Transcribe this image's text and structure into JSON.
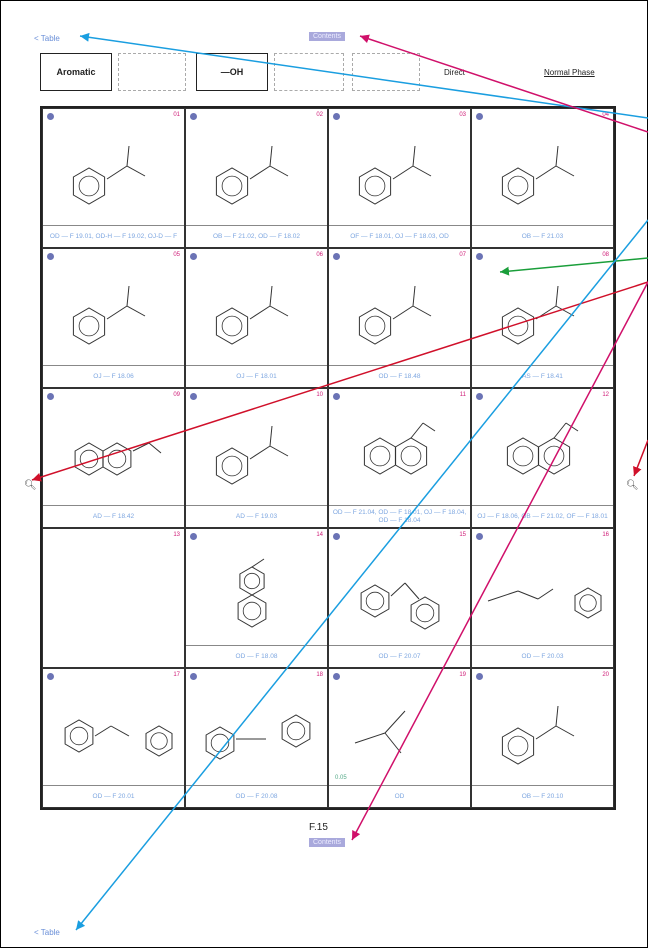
{
  "nav": {
    "top_link": "< Table",
    "bottom_link": "< Table",
    "top_badge": "Contents",
    "bottom_badge": "Contents"
  },
  "filters": [
    {
      "label": "Aromatic",
      "active": true
    },
    {
      "label": "",
      "active": false
    },
    {
      "label": "—OH",
      "active": true
    },
    {
      "label": "",
      "active": false
    },
    {
      "label": "",
      "active": false
    }
  ],
  "header": {
    "mode": "Direct",
    "phase": "Normal Phase"
  },
  "page_number": "F.15",
  "cells": [
    {
      "num": "01",
      "caption": "OD — F 19.01, OD-H — F 19.02, OJ-D — F"
    },
    {
      "num": "02",
      "caption": "OB — F 21.02, OD — F 18.02"
    },
    {
      "num": "03",
      "caption": "OF — F 18.01, OJ — F 18.03, OD"
    },
    {
      "num": "04",
      "caption": "OB — F 21.03"
    },
    {
      "num": "05",
      "caption": "OJ — F 18.06"
    },
    {
      "num": "06",
      "caption": "OJ — F 18.01"
    },
    {
      "num": "07",
      "caption": "OD — F 18.48"
    },
    {
      "num": "08",
      "caption": "AS — F 18.41"
    },
    {
      "num": "09",
      "caption": "AD — F 18.42"
    },
    {
      "num": "10",
      "caption": "AD — F 19.03"
    },
    {
      "num": "11",
      "caption": "OD — F 21.04, OD — F 18.01, OJ — F 18.04, OD — F 18.04"
    },
    {
      "num": "12",
      "caption": "OJ — F 18.06, OB — F 21.02, OF — F 18.01"
    },
    {
      "num": "13",
      "caption": ""
    },
    {
      "num": "14",
      "caption": "OD — F 18.08"
    },
    {
      "num": "15",
      "caption": "OD — F 20.07"
    },
    {
      "num": "16",
      "caption": "OD — F 20.03"
    },
    {
      "num": "17",
      "caption": "OD — F 20.01"
    },
    {
      "num": "18",
      "caption": "OD — F 20.08"
    },
    {
      "num": "19",
      "caption": "OD"
    },
    {
      "num": "20",
      "caption": "OB — F 20.10"
    }
  ],
  "annotations": {
    "cell19_side": "0.05"
  }
}
